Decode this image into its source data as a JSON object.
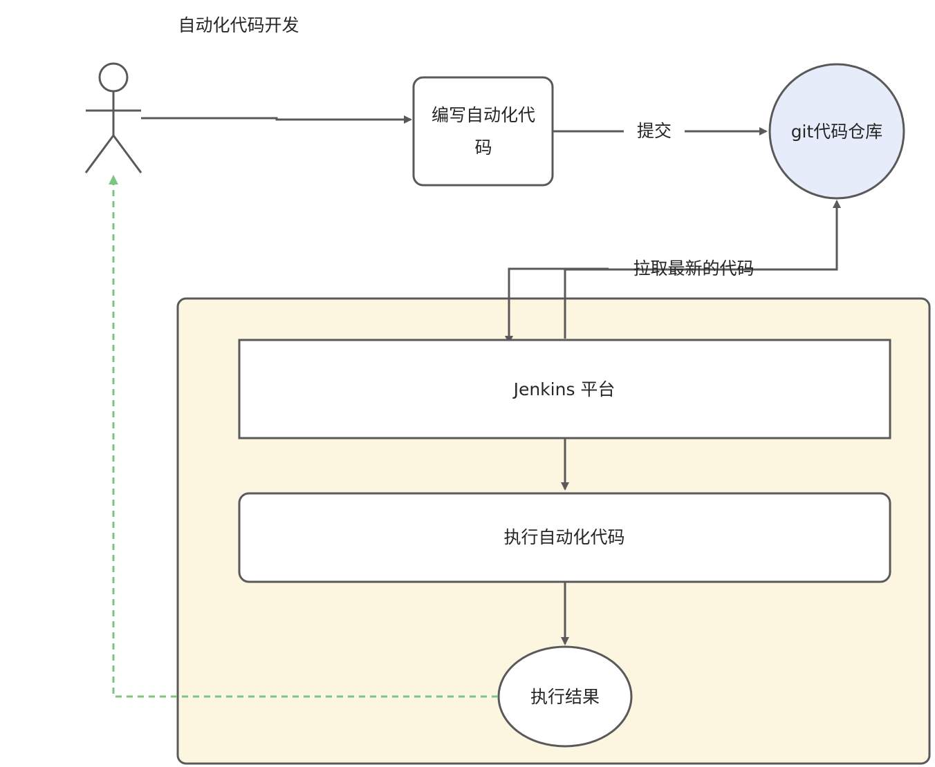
{
  "diagram": {
    "actor_label": "自动化代码开发",
    "write_code": {
      "line1": "编写自动化代",
      "line2": "码"
    },
    "commit_label": "提交",
    "git_repo": "git代码仓库",
    "pull_label": "拉取最新的代码",
    "jenkins": "Jenkins 平台",
    "execute": "执行自动化代码",
    "result": "执行结果"
  },
  "colors": {
    "stroke": "#595959",
    "text": "#262626",
    "git_fill": "#e6ecfa",
    "container_fill": "#fcf6e1",
    "feedback_arrow": "#7cc47f",
    "box_fill": "#ffffff"
  }
}
